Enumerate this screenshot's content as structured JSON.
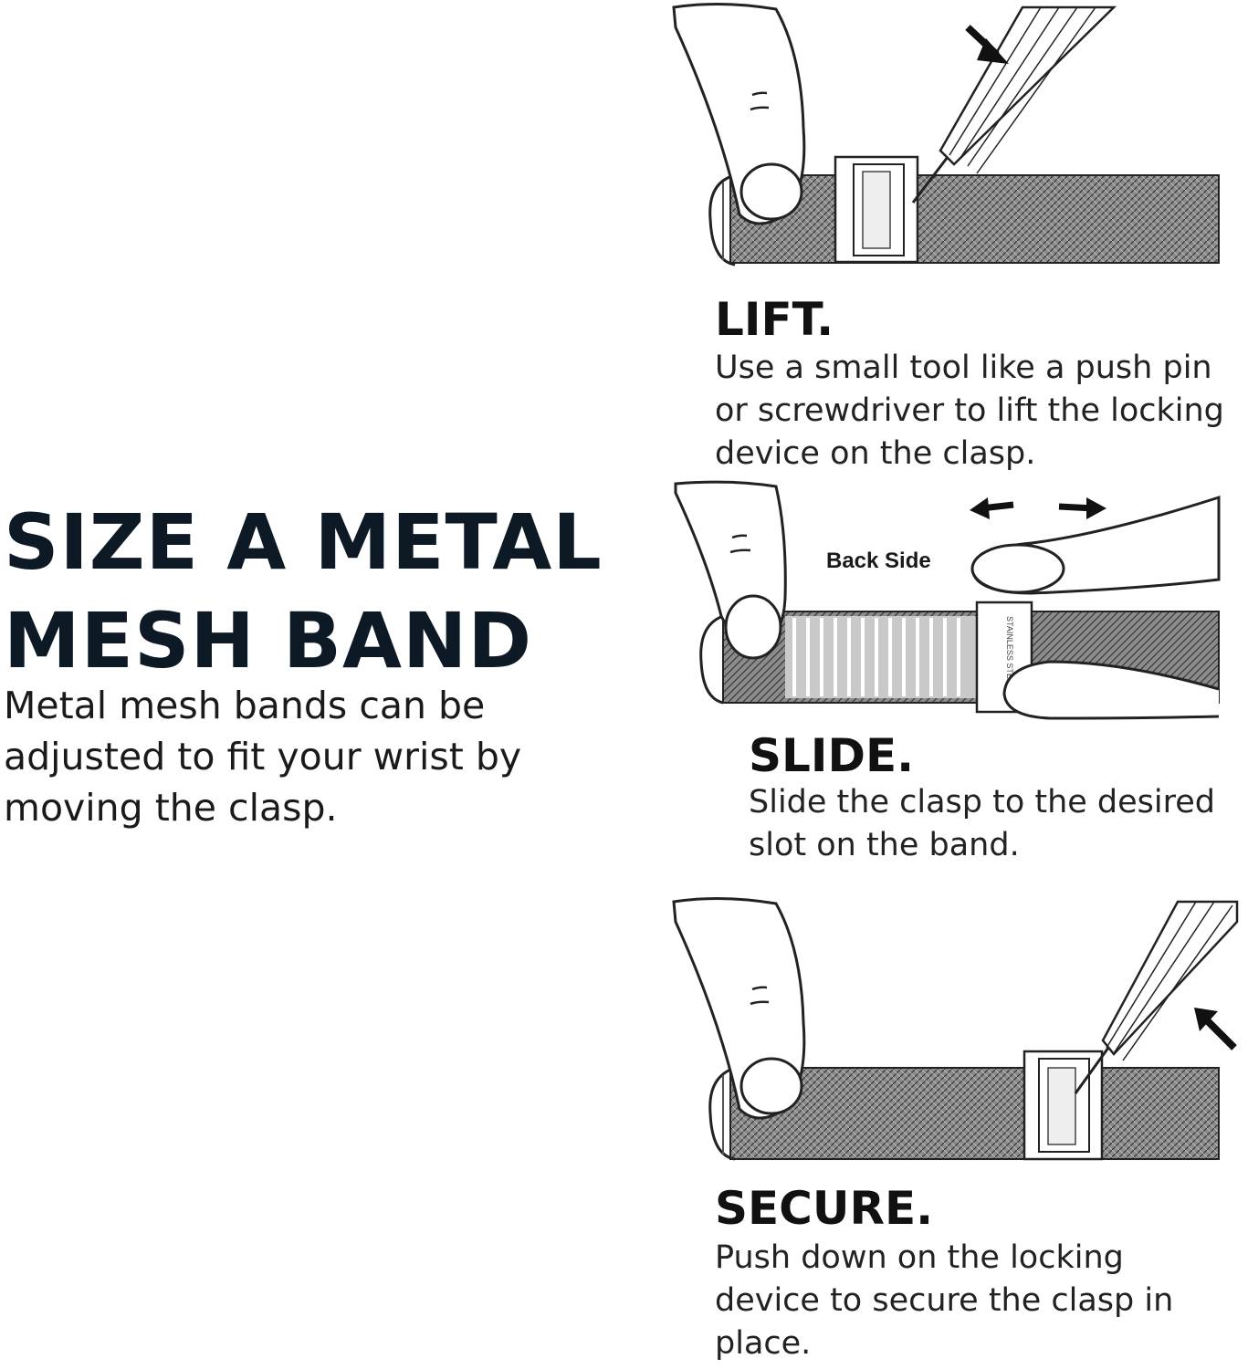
{
  "main": {
    "title": "SIZE A METAL MESH BAND",
    "description": "Metal mesh bands can be adjusted to fit your wrist by moving the clasp."
  },
  "steps": [
    {
      "title": "LIFT.",
      "description": "Use a small tool like a push pin or screwdriver to lift the locking device on the clasp.",
      "icon": "finger-screwdriver-lift"
    },
    {
      "title": "SLIDE.",
      "description": "Slide the clasp to the desired slot on the band.",
      "callout": "Back Side",
      "icon": "two-fingers-slide"
    },
    {
      "title": "SECURE.",
      "description": "Push down on the locking device to secure the clasp in place.",
      "icon": "finger-screwdriver-secure"
    }
  ]
}
